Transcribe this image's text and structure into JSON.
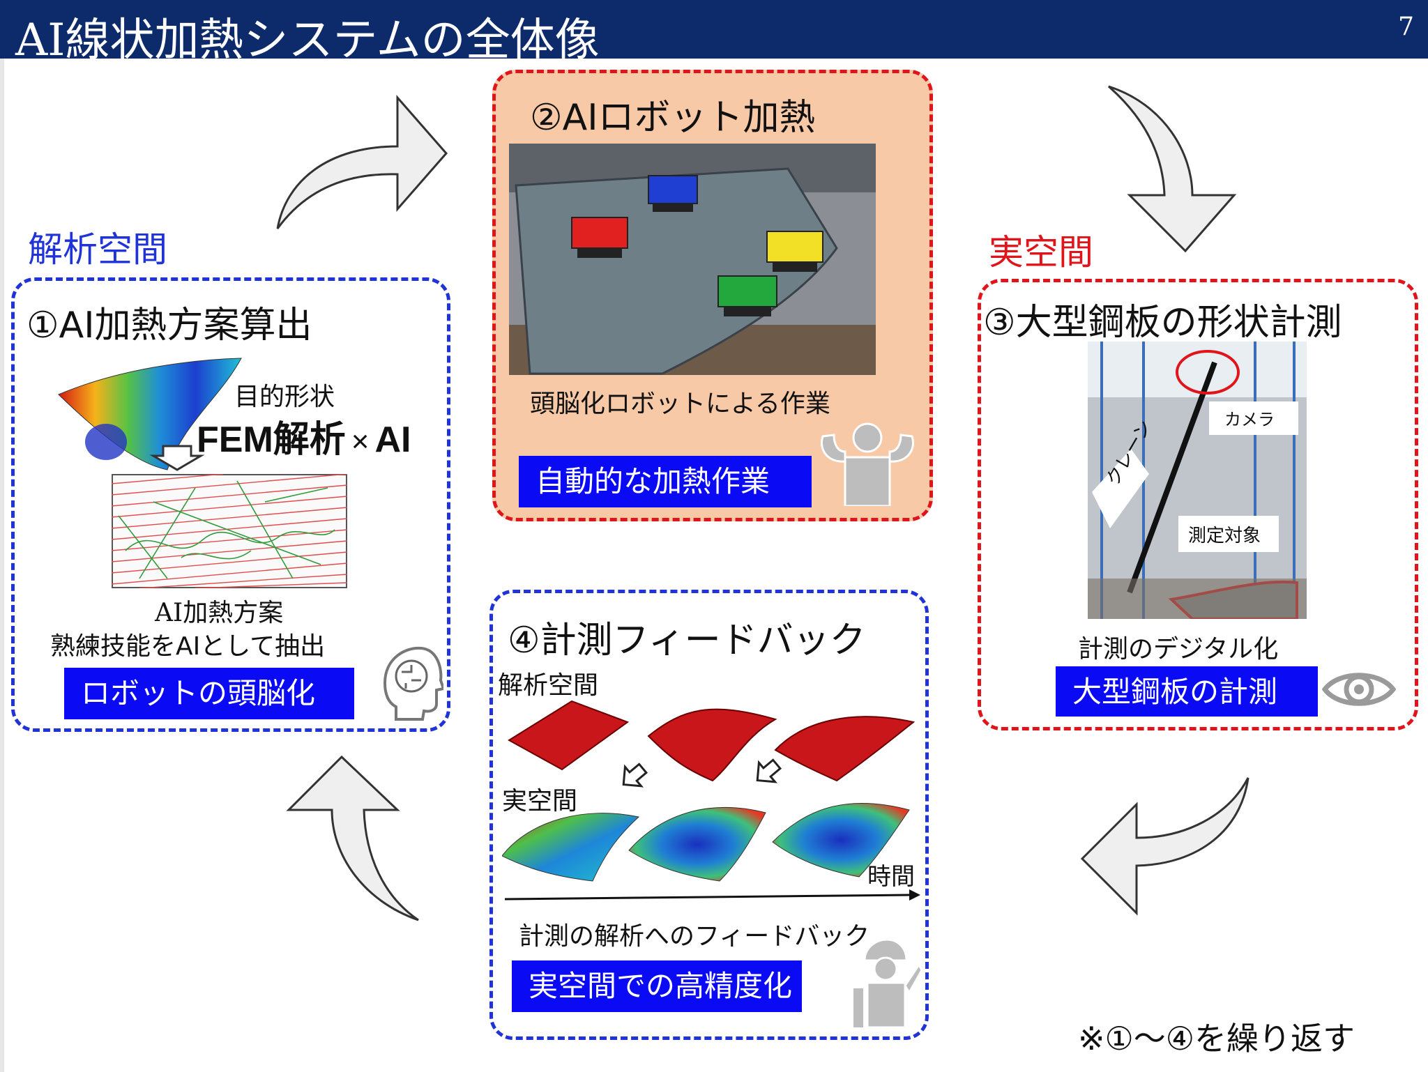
{
  "header": {
    "title": "AI線状加熱システムの全体像",
    "page_number": "7"
  },
  "labels": {
    "analysis_space": "解析空間",
    "real_space": "実空間"
  },
  "panel1": {
    "title": "①AI加熱方案算出",
    "target_shape": "目的形状",
    "fem": "FEM解析",
    "times": "×",
    "ai": "AI",
    "plan_line1": "AI加熱方案",
    "plan_line2": "熟練技能をAIとして抽出",
    "button": "ロボットの頭脳化"
  },
  "panel2": {
    "title": "②AIロボット加熱",
    "caption": "頭脳化ロボットによる作業",
    "button": "自動的な加熱作業"
  },
  "panel3": {
    "title": "③大型鋼板の形状計測",
    "camera": "カメラ",
    "crane": "クレーン",
    "target": "測定対象",
    "caption": "計測のデジタル化",
    "button": "大型鋼板の計測"
  },
  "panel4": {
    "title": "④計測フィードバック",
    "analysis_space": "解析空間",
    "real_space": "実空間",
    "time": "時間",
    "caption": "計測の解析へのフィードバック",
    "button": "実空間での高精度化"
  },
  "footer_note": "※①～④を繰り返す",
  "colors": {
    "header_bg": "#0d2a6b",
    "blue_border": "#1f33d6",
    "red_border": "#e0151b",
    "button_bg": "#0a0af5",
    "peach": "#f7c9a6"
  },
  "icons": [
    "brain-circuit-icon",
    "muscle-robot-icon",
    "eye-icon",
    "worker-icon",
    "cycle-arrow-icon"
  ]
}
